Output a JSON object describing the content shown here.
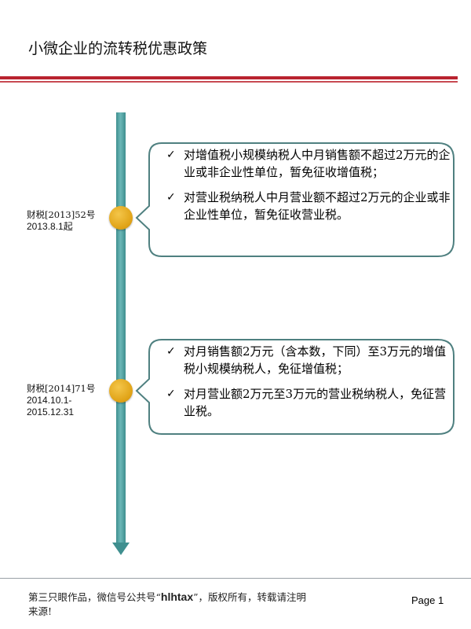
{
  "header": {
    "title": "小微企业的流转税优惠政策"
  },
  "policies": [
    {
      "ref": "财税[2013]52号",
      "date": "2013.8.1起",
      "items": [
        "对增值税小规模纳税人中月销售额不超过2万元的企业或非企业性单位，暂免征收增值税；",
        "对营业税纳税人中月营业额不超过2万元的企业或非企业性单位，暂免征收营业税。"
      ]
    },
    {
      "ref": "财税[2014]71号",
      "date_start": "2014.10.1-",
      "date_end": "2015.12.31",
      "items": [
        "对月销售额2万元（含本数，下同）至3万元的增值税小规模纳税人，免征增值税；",
        "对月营业额2万元至3万元的营业税纳税人，免征营业税。"
      ]
    }
  ],
  "footer": {
    "text_before": "第三只眼作品，微信号公共号“",
    "brand": "hlhtax",
    "text_after": "”，版权所有，转载请注明来源!",
    "page": "Page 1"
  },
  "colors": {
    "accent_red": "#b9232f",
    "timeline_teal": "#4a9a9a",
    "node_gold": "#e1a418",
    "callout_border": "#4f8080"
  },
  "icons": {
    "bullet": "checkmark-icon"
  }
}
